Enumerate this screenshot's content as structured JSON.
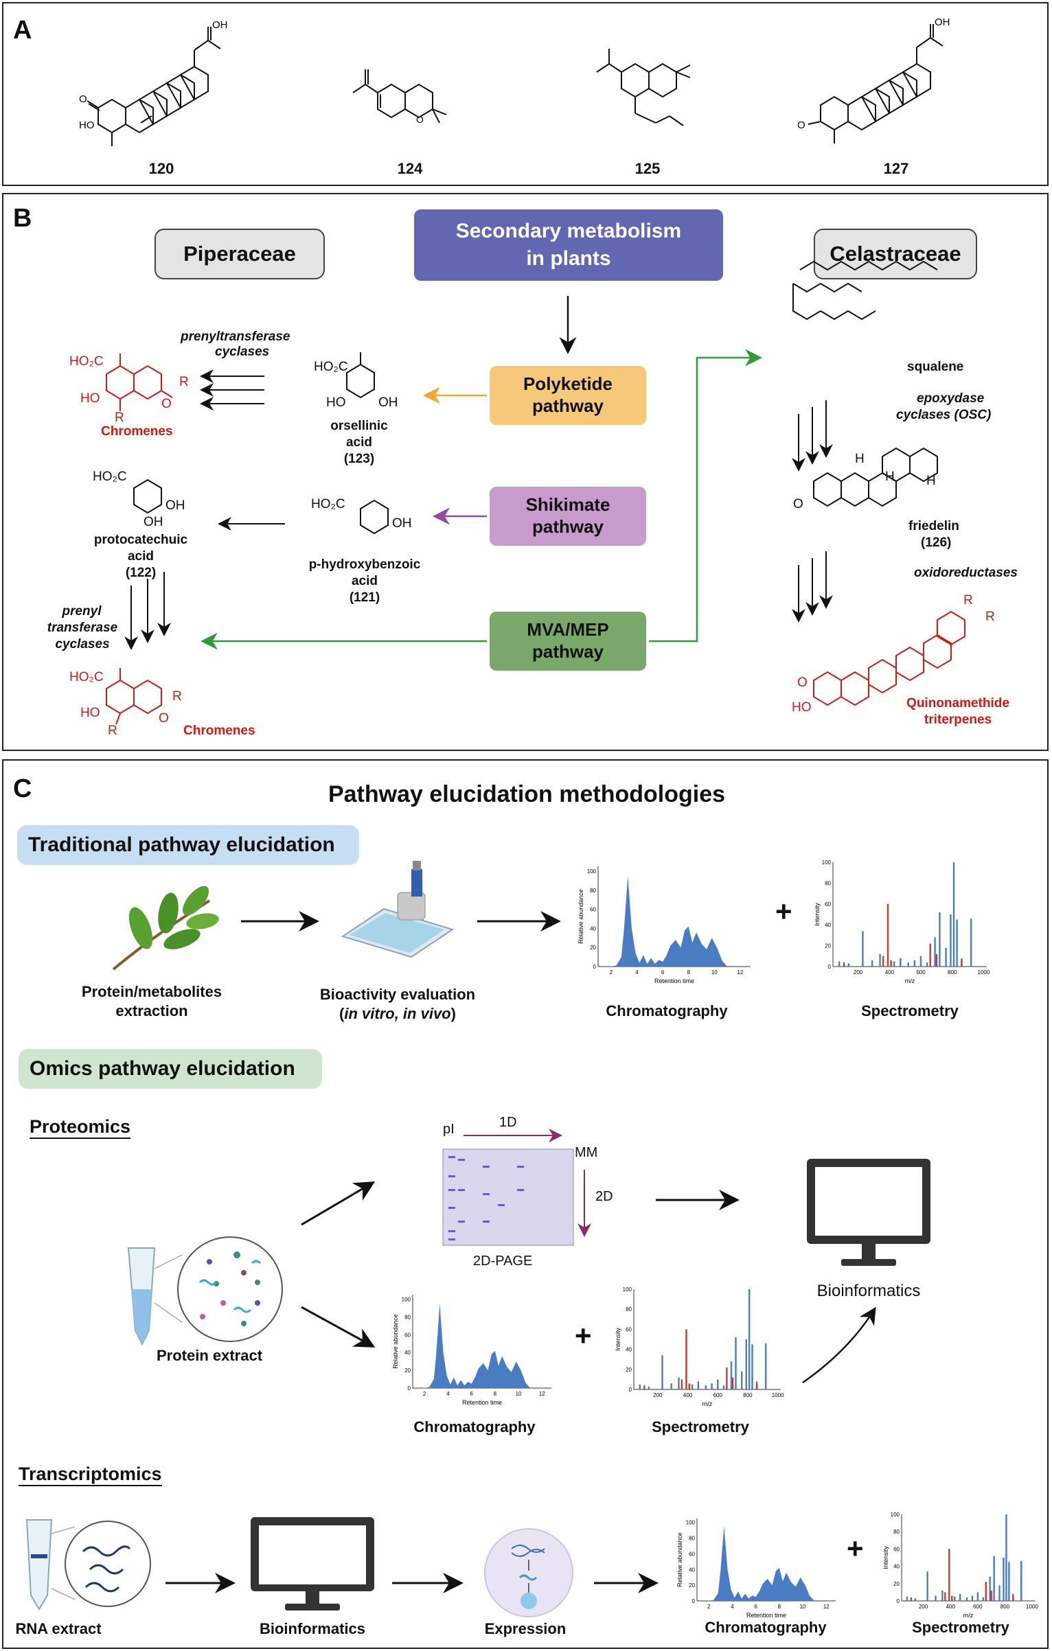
{
  "panel_a": {
    "label": "A",
    "compounds": [
      {
        "id": "120"
      },
      {
        "id": "124"
      },
      {
        "id": "125"
      },
      {
        "id": "127"
      }
    ],
    "atoms": {
      "oh": "OH",
      "o": "O",
      "ho": "HO"
    }
  },
  "panel_b": {
    "label": "B",
    "title_line1": "Secondary metabolism",
    "title_line2": "in plants",
    "family_left": "Piperaceae",
    "family_right": "Celastraceae",
    "pathways": {
      "polyketide_1": "Polyketide",
      "polyketide_2": "pathway",
      "shikimate_1": "Shikimate",
      "shikimate_2": "pathway",
      "mva_1": "MVA/MEP",
      "mva_2": "pathway"
    },
    "colors": {
      "polyketide": "#f5c87a",
      "shikimate": "#c79bcb",
      "mva": "#7aa86a",
      "title": "#6366b0",
      "family": "#e4e4e4",
      "red": "#cc1b14",
      "green": "#2e9a3a",
      "orange": "#f0a830",
      "purple": "#944a9a"
    },
    "enzymes": {
      "prenyltransferase_1": "prenyltransferase",
      "prenyltransferase_2": "cyclases",
      "prenyl_1": "prenyl",
      "prenyl_2": "transferase",
      "prenyl_3": "cyclases",
      "epoxydase_1": "epoxydase",
      "epoxydase_2": "cyclases (OSC)",
      "oxidoreductases": "oxidoreductases"
    },
    "compounds": {
      "chromenes_top": "Chromenes",
      "chromenes_bottom": "Chromenes",
      "orsellinic_1": "orsellinic",
      "orsellinic_2": "acid",
      "orsellinic_3": "(123)",
      "protocatechuic_1": "protocatechuic",
      "protocatechuic_2": "acid",
      "protocatechuic_3": "(122)",
      "phydroxy_1": "p-hydroxybenzoic",
      "phydroxy_2": "acid",
      "phydroxy_3": "(121)",
      "squalene": "squalene",
      "friedelin_1": "friedelin",
      "friedelin_2": "(126)",
      "quinonamethide_1": "Quinonamethide",
      "quinonamethide_2": "triterpenes"
    },
    "atoms": {
      "ho2c": "HO₂C",
      "ho": "HO",
      "oh": "OH",
      "o": "O",
      "r": "R",
      "h": "H"
    }
  },
  "panel_c": {
    "label": "C",
    "title": "Pathway elucidation methodologies",
    "traditional": {
      "pill": "Traditional pathway elucidation",
      "extraction_1": "Protein/metabolites",
      "extraction_2": "extraction",
      "bioactivity_1": "Bioactivity evaluation",
      "bioactivity_2a": "(",
      "bioactivity_2b": "in vitro, in vivo",
      "bioactivity_2c": ")",
      "chromatography": "Chromatography",
      "spectrometry": "Spectrometry",
      "plus": "+"
    },
    "omics": {
      "pill": "Omics pathway elucidation",
      "proteomics": "Proteomics",
      "gel_pl": "pI",
      "gel_1d": "1D",
      "gel_mm": "MM",
      "gel_2d": "2D",
      "gel_caption": "2D-PAGE",
      "bioinformatics": "Bioinformatics",
      "protein_extract": "Protein extract",
      "chromatography": "Chromatography",
      "spectrometry": "Spectrometry",
      "plus": "+",
      "transcriptomics": "Transcriptomics",
      "rna_extract": "RNA extract",
      "bioinformatics2": "Bioinformatics",
      "expression": "Expression",
      "chromatography2": "Chromatography",
      "spectrometry2": "Spectrometry",
      "plus2": "+"
    },
    "colors": {
      "traditional_pill": "#c7ddf2",
      "omics_pill": "#cfe5cf",
      "chrom_fill": "#4a7cc4",
      "spec_blue": "#4a7cc4",
      "spec_red": "#c83a2a",
      "gel": "#d9d6ee",
      "gel_band": "#6a5fb0",
      "gel_arrow": "#8a2a6a"
    }
  },
  "chart_data": [
    {
      "type": "area",
      "title": "",
      "xlabel": "Retention time",
      "ylabel": "Relative abundance",
      "xticks": [
        2,
        4,
        6,
        8,
        10,
        12
      ],
      "yticks": [
        0,
        20,
        40,
        60,
        80,
        100
      ],
      "xlim": [
        1,
        12.8
      ],
      "ylim": [
        0,
        105
      ],
      "series": [
        {
          "x": [
            1.8,
            2.4,
            2.8,
            3.0,
            3.3,
            3.6,
            3.9,
            4.2,
            4.5,
            4.8,
            5.1,
            5.4,
            5.7,
            6.0,
            6.3,
            6.6,
            7.0,
            7.4,
            7.7,
            8.0,
            8.3,
            8.6,
            9.0,
            9.4,
            9.8,
            10.2,
            10.6,
            11.0
          ],
          "y": [
            0,
            1,
            10,
            38,
            95,
            40,
            14,
            4,
            12,
            3,
            9,
            3,
            7,
            5,
            12,
            22,
            28,
            20,
            38,
            42,
            25,
            36,
            24,
            18,
            30,
            20,
            6,
            0
          ]
        }
      ]
    },
    {
      "type": "bar",
      "title": "",
      "xlabel": "m/z",
      "ylabel": "Intensity",
      "xticks": [
        200,
        400,
        600,
        800,
        1000
      ],
      "yticks": [
        0,
        20,
        40,
        60,
        80,
        100
      ],
      "xlim": [
        40,
        1020
      ],
      "ylim": [
        0,
        100
      ],
      "series": [
        {
          "x": [
            80,
            140,
            230,
            290,
            340,
            430,
            470,
            520,
            560,
            600,
            640,
            690,
            720,
            760,
            790,
            810,
            830,
            860,
            920
          ],
          "y": [
            5,
            3,
            34,
            6,
            12,
            5,
            8,
            4,
            6,
            10,
            4,
            28,
            52,
            18,
            50,
            100,
            45,
            8,
            46
          ]
        },
        {
          "x": [
            110,
            360,
            390,
            410,
            660,
            700,
            860
          ],
          "y": [
            4,
            10,
            60,
            6,
            22,
            12,
            6
          ]
        }
      ]
    }
  ]
}
